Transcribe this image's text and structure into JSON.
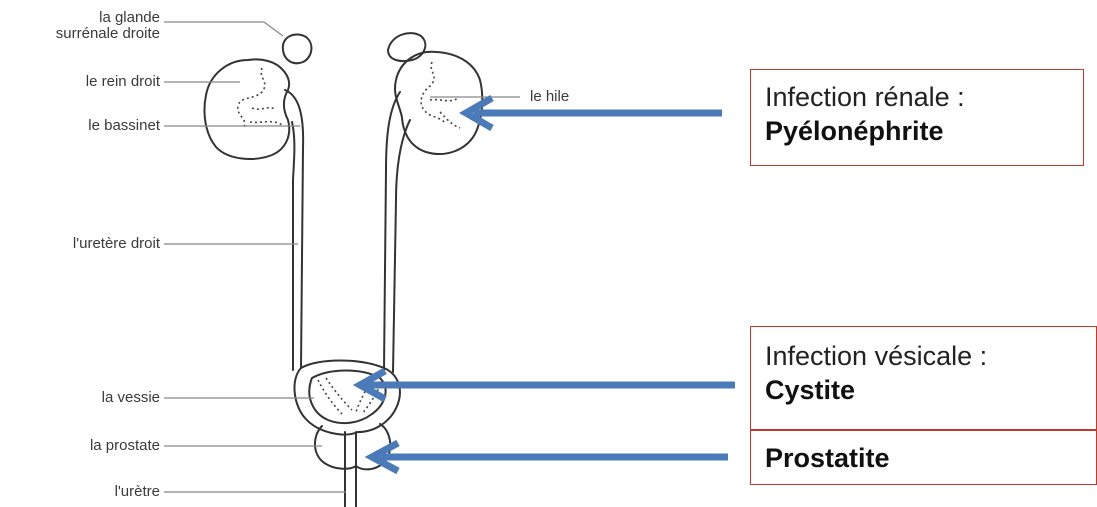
{
  "labels": {
    "glande": "la glande\nsurrénale droite",
    "rein": "le rein droit",
    "bassinet": "le bassinet",
    "uretere": "l'uretère droit",
    "vessie": "la vessie",
    "prostate": "la prostate",
    "uretre": "l'urètre",
    "hile": "le hile"
  },
  "callouts": {
    "renal": {
      "line1": "Infection rénale :",
      "line2": "Pyélonéphrite"
    },
    "vesical": {
      "line1": "Infection vésicale :",
      "line2": "Cystite"
    },
    "prostate": {
      "line2": "Prostatite"
    }
  },
  "colors": {
    "arrow": "#4a7ab8",
    "box_border": "#c0392b",
    "drawing": "#333333"
  }
}
